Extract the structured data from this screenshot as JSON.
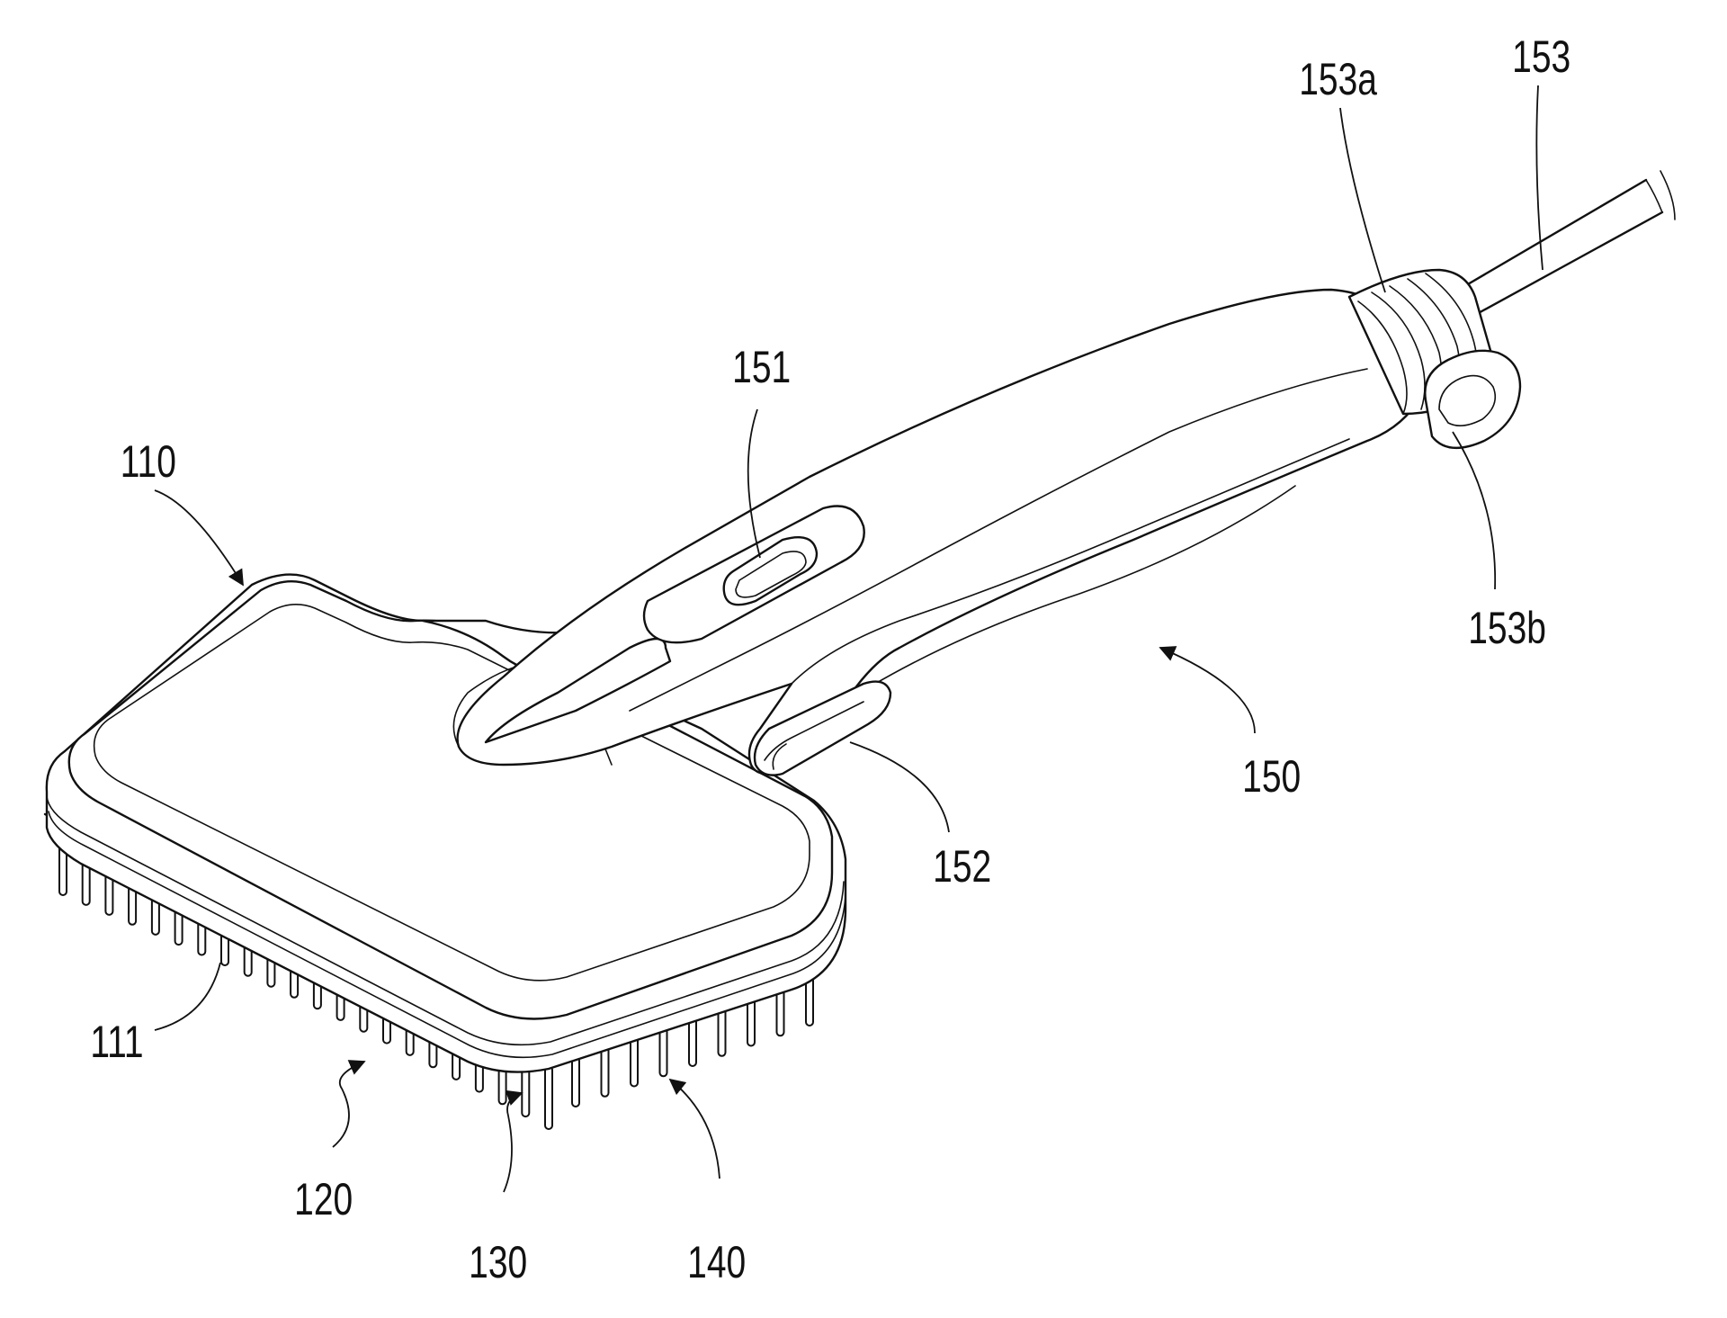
{
  "labels": {
    "l110": "110",
    "l111": "111",
    "l120": "120",
    "l130": "130",
    "l140": "140",
    "l150": "150",
    "l151": "151",
    "l152": "152",
    "l153": "153",
    "l153a": "153a",
    "l153b": "153b"
  },
  "colors": {
    "line": "#111111",
    "background": "#ffffff"
  },
  "pin_count": 31
}
